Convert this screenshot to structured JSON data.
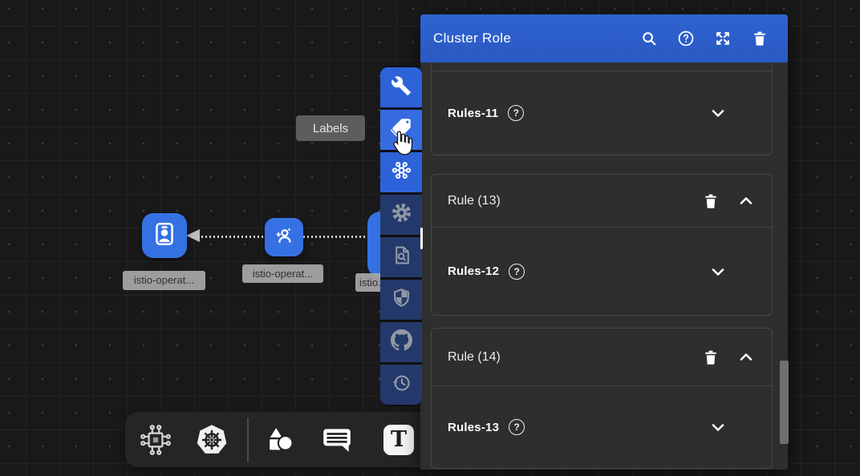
{
  "panel": {
    "title": "Cluster Role",
    "header_icons": [
      "search",
      "help",
      "expand",
      "delete"
    ],
    "cards": [
      {
        "rules_label": "Rules-11"
      },
      {
        "rule_label": "Rule (13)",
        "rules_label": "Rules-12"
      },
      {
        "rule_label": "Rule (14)",
        "rules_label": "Rules-13"
      }
    ]
  },
  "tooltip": {
    "label": "Labels"
  },
  "canvas": {
    "nodes": [
      {
        "label": "istio-operat...",
        "icon": "id-badge"
      },
      {
        "label": "istio-operat...",
        "icon": "service-account"
      },
      {
        "label": "istio...",
        "icon": "hidden-behind-toolbar"
      }
    ]
  },
  "side_toolbar": {
    "buttons": [
      {
        "icon": "wrench",
        "state": "active"
      },
      {
        "icon": "labels-tag",
        "state": "hover"
      },
      {
        "icon": "hub",
        "state": "active"
      },
      {
        "icon": "settings-gear",
        "state": "inactive"
      },
      {
        "icon": "doc-search",
        "state": "inactive"
      },
      {
        "icon": "shield",
        "state": "inactive"
      },
      {
        "icon": "github",
        "state": "inactive"
      },
      {
        "icon": "history",
        "state": "inactive"
      }
    ]
  },
  "bottom_toolbar": {
    "icons": [
      "circuit-node",
      "kubernetes",
      "shapes",
      "comment",
      "text-tool"
    ]
  },
  "colors": {
    "header_blue": "#2b5ec9",
    "active_button_blue": "#2d62d9",
    "inactive_button_navy": "#24396b",
    "node_blue": "#3571e3",
    "panel_bg": "#2e2e2e",
    "canvas_bg": "#191919"
  }
}
